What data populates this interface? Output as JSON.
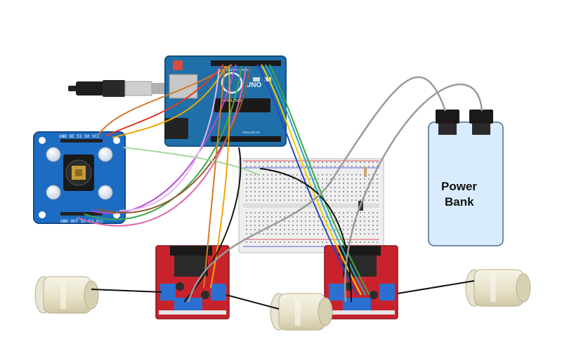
{
  "power_bank": {
    "line1": "Power",
    "line2": "Bank"
  },
  "arduino": {
    "brand": "ARDUINO",
    "model": "UNO",
    "digital_label": "DIGITAL (PWM~)",
    "analog_label": "ANALOG IN"
  },
  "color_sensor": {
    "top_pins": "GND OE S1 S0 VCC",
    "bottom_pins": "GND OUT S2 S3 Vcc"
  },
  "colors": {
    "board_blue": "#1f6fa8",
    "sensor_blue": "#1d6cc4",
    "driver_red": "#c8232c",
    "breadboard": "#eeeeee",
    "power_bank_fill": "#d9ecff",
    "power_bank_stroke": "#4a6b8a"
  },
  "icons": [
    "usb-cable-icon",
    "motor-icon",
    "led-icon",
    "heatsink-icon",
    "terminal-block-icon"
  ]
}
